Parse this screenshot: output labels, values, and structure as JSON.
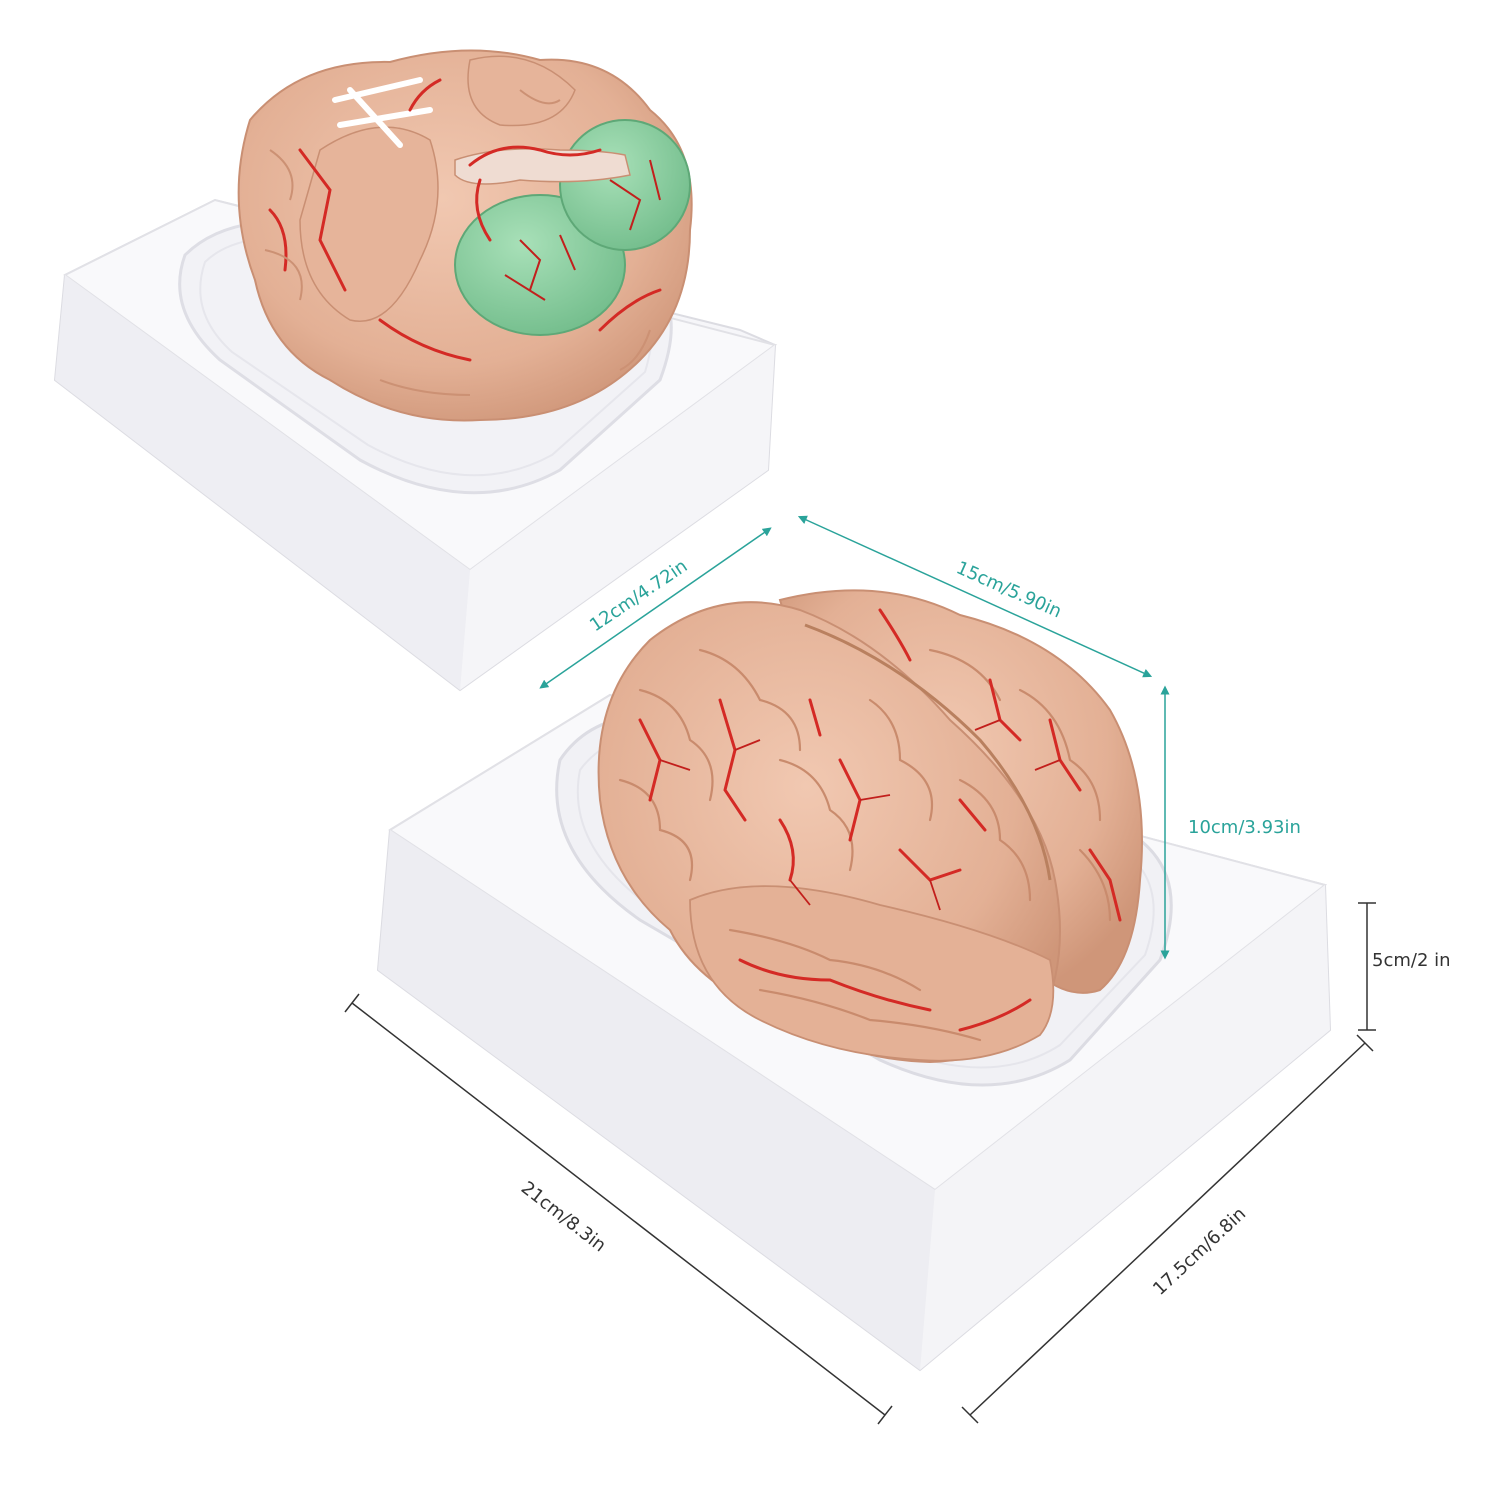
{
  "colors": {
    "background": "#ffffff",
    "base": "#f7f7f9",
    "base_shadow": "#e4e4ea",
    "brain": "#e8b9a0",
    "brain_shadow": "#d59c80",
    "artery": "#d42a25",
    "cerebellum": "#8fd1a4",
    "accent_teal": "#2aa39a",
    "dimension_line": "#333333"
  },
  "icons": {
    "dimension_arrow": "double-headed-arrow-icon",
    "dimension_bracket": "bracket-line-icon"
  },
  "dimensions": {
    "width_top": "12cm/4.72in",
    "length_top": "15cm/5.90in",
    "height_brain": "10cm/3.93in",
    "base_height": "5cm/2 in",
    "base_length": "21cm/8.3in",
    "base_width": "17.5cm/6.8in"
  }
}
